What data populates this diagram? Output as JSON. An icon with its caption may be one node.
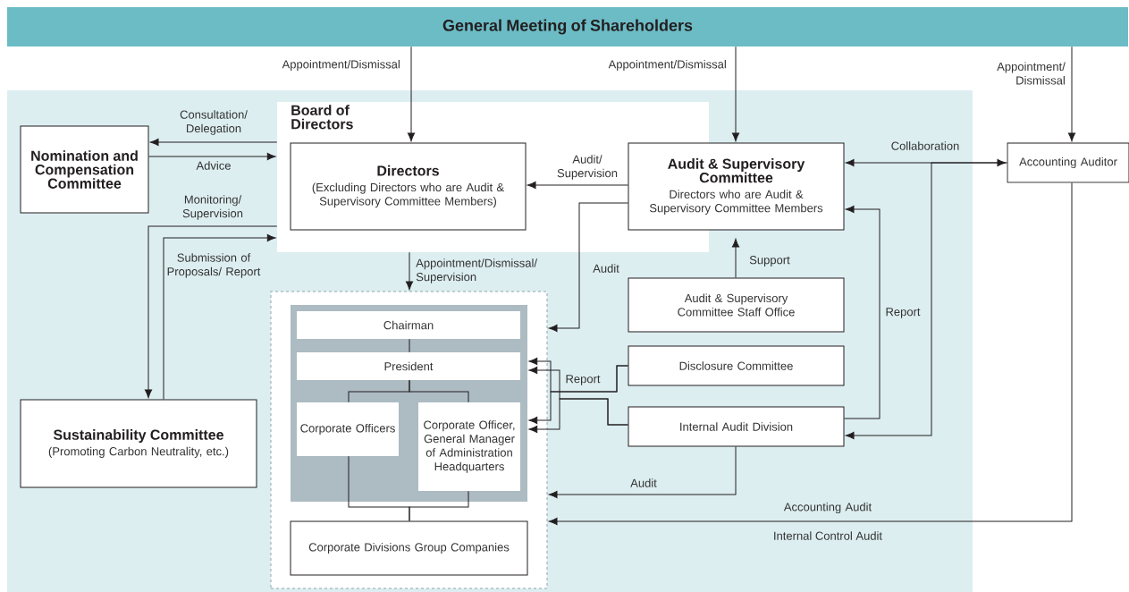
{
  "diagram": {
    "nodes": [
      {
        "text": [
          "General Meeting of Shareholders"
        ]
      },
      {
        "text": [
          "Board of Directors"
        ]
      },
      {
        "text": [
          "Directors",
          "(Excluding Directors who are Audit & Supervisory Committee Members)"
        ],
        "in": 1
      },
      {
        "text": [
          "Nomination and Compensation Committee"
        ]
      },
      {
        "text": [
          "Audit & Supervisory Committee",
          "Directors who are Audit & Supervisory Committee Members"
        ]
      },
      {
        "text": [
          "Accounting Auditor"
        ]
      },
      {
        "text": [
          "Sustainability Committee",
          "(Promoting Carbon Neutrality, etc.)"
        ]
      },
      {
        "text": [],
        "shape": "box"
      },
      {
        "text": [],
        "shape": "box",
        "in": 7
      },
      {
        "text": [
          "Chairman"
        ],
        "in": 8
      },
      {
        "text": [
          "President"
        ],
        "in": 8
      },
      {
        "text": [
          "Corporate Officers"
        ],
        "in": 8
      },
      {
        "text": [
          "Corporate Officer, General Manager of Administration Headquarters"
        ],
        "in": 8
      },
      {
        "text": [
          "Corporate Divisions Group Companies"
        ],
        "in": 7
      },
      {
        "text": [
          "Audit & Supervisory Committee Staff Office"
        ]
      },
      {
        "text": [
          "Disclosure Committee"
        ]
      },
      {
        "text": [
          "Internal Audit Division"
        ]
      }
    ],
    "edges": [
      {
        "from": 0,
        "to": 2,
        "arrow": "to",
        "label": "Appointment/Dismissal"
      },
      {
        "from": 0,
        "to": 4,
        "arrow": "to",
        "label": "Appointment/Dismissal"
      },
      {
        "from": 0,
        "to": 5,
        "arrow": "to",
        "label": "Appointment/ Dismissal"
      },
      {
        "from": 1,
        "to": 3,
        "arrow": "to",
        "label": "Consultation/ Delegation"
      },
      {
        "from": 3,
        "to": 1,
        "arrow": "to",
        "label": "Advice"
      },
      {
        "from": 1,
        "to": 6,
        "arrow": "to",
        "label": "Monitoring/ Supervision"
      },
      {
        "from": 6,
        "to": 1,
        "arrow": "to",
        "label": "Submission of Proposals/ Report"
      },
      {
        "from": 4,
        "to": 2,
        "arrow": "to",
        "label": "Audit/ Supervision"
      },
      {
        "from": 4,
        "to": 7,
        "arrow": "to",
        "label": "Audit"
      },
      {
        "from": 1,
        "to": 7,
        "arrow": "to",
        "label": "Appointment/Dismissal/ Supervision"
      },
      {
        "from": 14,
        "to": 4,
        "arrow": "to",
        "label": "Support"
      },
      {
        "from": 15,
        "to": 10,
        "arrow": "to",
        "label": "Report"
      },
      {
        "from": 15,
        "to": 12,
        "arrow": "to"
      },
      {
        "from": 16,
        "to": 10,
        "arrow": "to"
      },
      {
        "from": 16,
        "to": 12,
        "arrow": "to"
      },
      {
        "from": 4,
        "to": 5,
        "arrow": "both",
        "label": "Collaboration"
      },
      {
        "from": 5,
        "to": 16,
        "arrow": "to"
      },
      {
        "from": 16,
        "to": 4,
        "arrow": "to",
        "label": "Report"
      },
      {
        "from": 16,
        "to": 7,
        "arrow": "to",
        "label": "Audit"
      },
      {
        "from": 5,
        "to": 7,
        "arrow": "to",
        "label": "Accounting Audit"
      },
      {
        "from": 9,
        "to": 10,
        "arrow": "none"
      },
      {
        "from": 10,
        "to": 11,
        "arrow": "none"
      },
      {
        "from": 10,
        "to": 12,
        "arrow": "none"
      },
      {
        "from": 11,
        "to": 13,
        "arrow": "none"
      },
      {
        "from": 12,
        "to": 13,
        "arrow": "none"
      }
    ],
    "labels": [
      "Internal Control Audit"
    ]
  }
}
